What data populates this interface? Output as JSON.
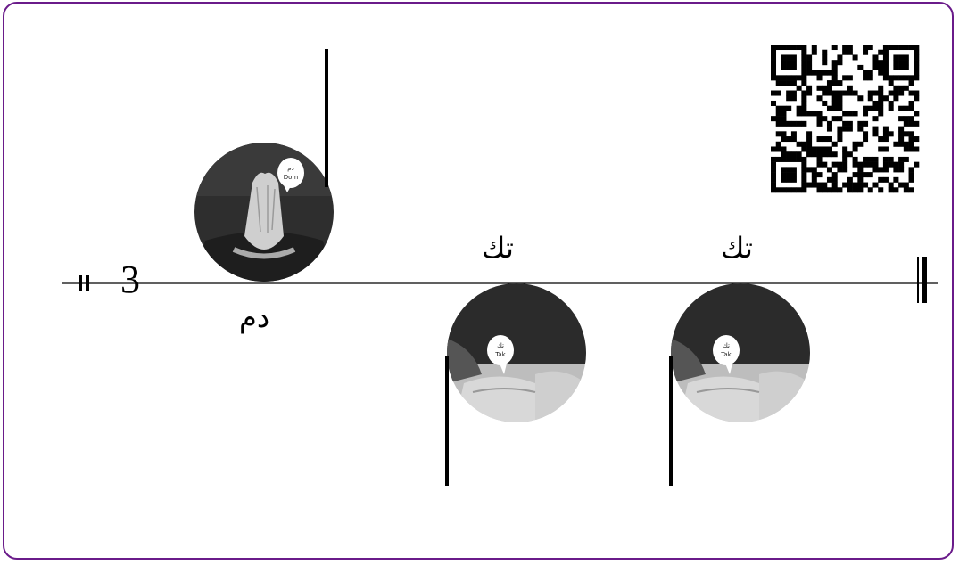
{
  "time_signature": "3",
  "strokes": [
    {
      "name": "dom",
      "arabic": "دم",
      "bubble_arabic": "دم",
      "bubble_latin": "Dom"
    },
    {
      "name": "tak-1",
      "arabic": "تك",
      "bubble_arabic": "تك",
      "bubble_latin": "Tak"
    },
    {
      "name": "tak-2",
      "arabic": "تك",
      "bubble_arabic": "تك",
      "bubble_latin": "Tak"
    }
  ],
  "colors": {
    "frame": "#6a1b8a",
    "staff": "#000000"
  },
  "icons": [
    "qr-code-icon",
    "hands-together-icon",
    "hand-on-drum-icon"
  ]
}
